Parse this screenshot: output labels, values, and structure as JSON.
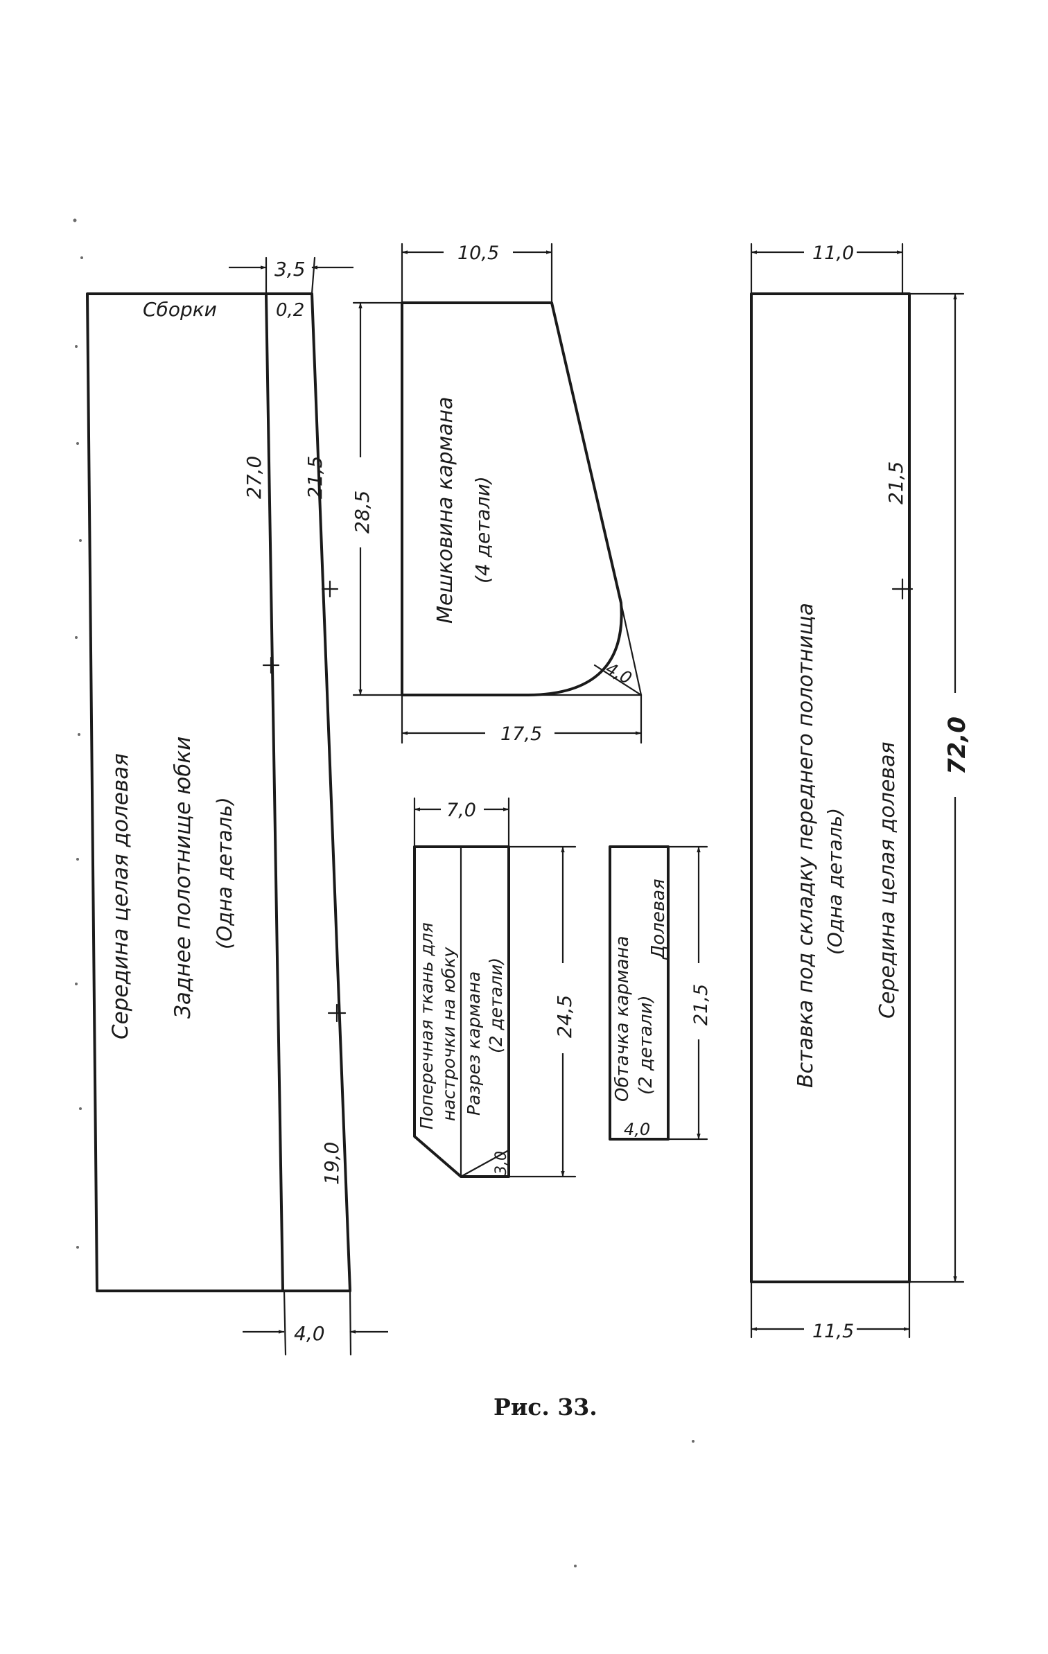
{
  "caption": "Рис. 33.",
  "back_panel": {
    "gathers": "Сборки",
    "center": "Середина целая долевая",
    "title": "Заднее полотнище юбки",
    "count": "(Одна деталь)",
    "dims": {
      "top_width": "3,5",
      "top_offset": "0,2",
      "length_inner": "27,0",
      "length_outer": "21,5",
      "lower": "19,0",
      "bottom_width": "4,0"
    }
  },
  "pocket_bag": {
    "title": "Мешковина кармана",
    "count": "(4 детали)",
    "dims": {
      "top": "10,5",
      "height": "28,5",
      "bottom": "17,5",
      "corner": "4,0"
    }
  },
  "pocket_slit": {
    "line1": "Поперечная ткань для",
    "line2": "нaстрочки на юбку",
    "line3": "Разрез кармана",
    "count": "(2 детали)",
    "dims": {
      "width": "7,0",
      "height": "24,5",
      "tip": "3,0"
    }
  },
  "pocket_facing": {
    "title": "Обтачка кармана",
    "count": "(2 детали)",
    "grain": "Долевая",
    "dims": {
      "height": "21,5",
      "width": "4,0"
    }
  },
  "front_insert": {
    "title": "Вставка под складку переднего полотнища",
    "count": "(Одна деталь)",
    "center": "Середина целая долевая",
    "dims": {
      "top": "11,0",
      "half": "21,5",
      "length": "72,0",
      "bottom": "11,5"
    }
  },
  "icons": [
    "arrow-head-icon",
    "notch-mark-icon"
  ]
}
